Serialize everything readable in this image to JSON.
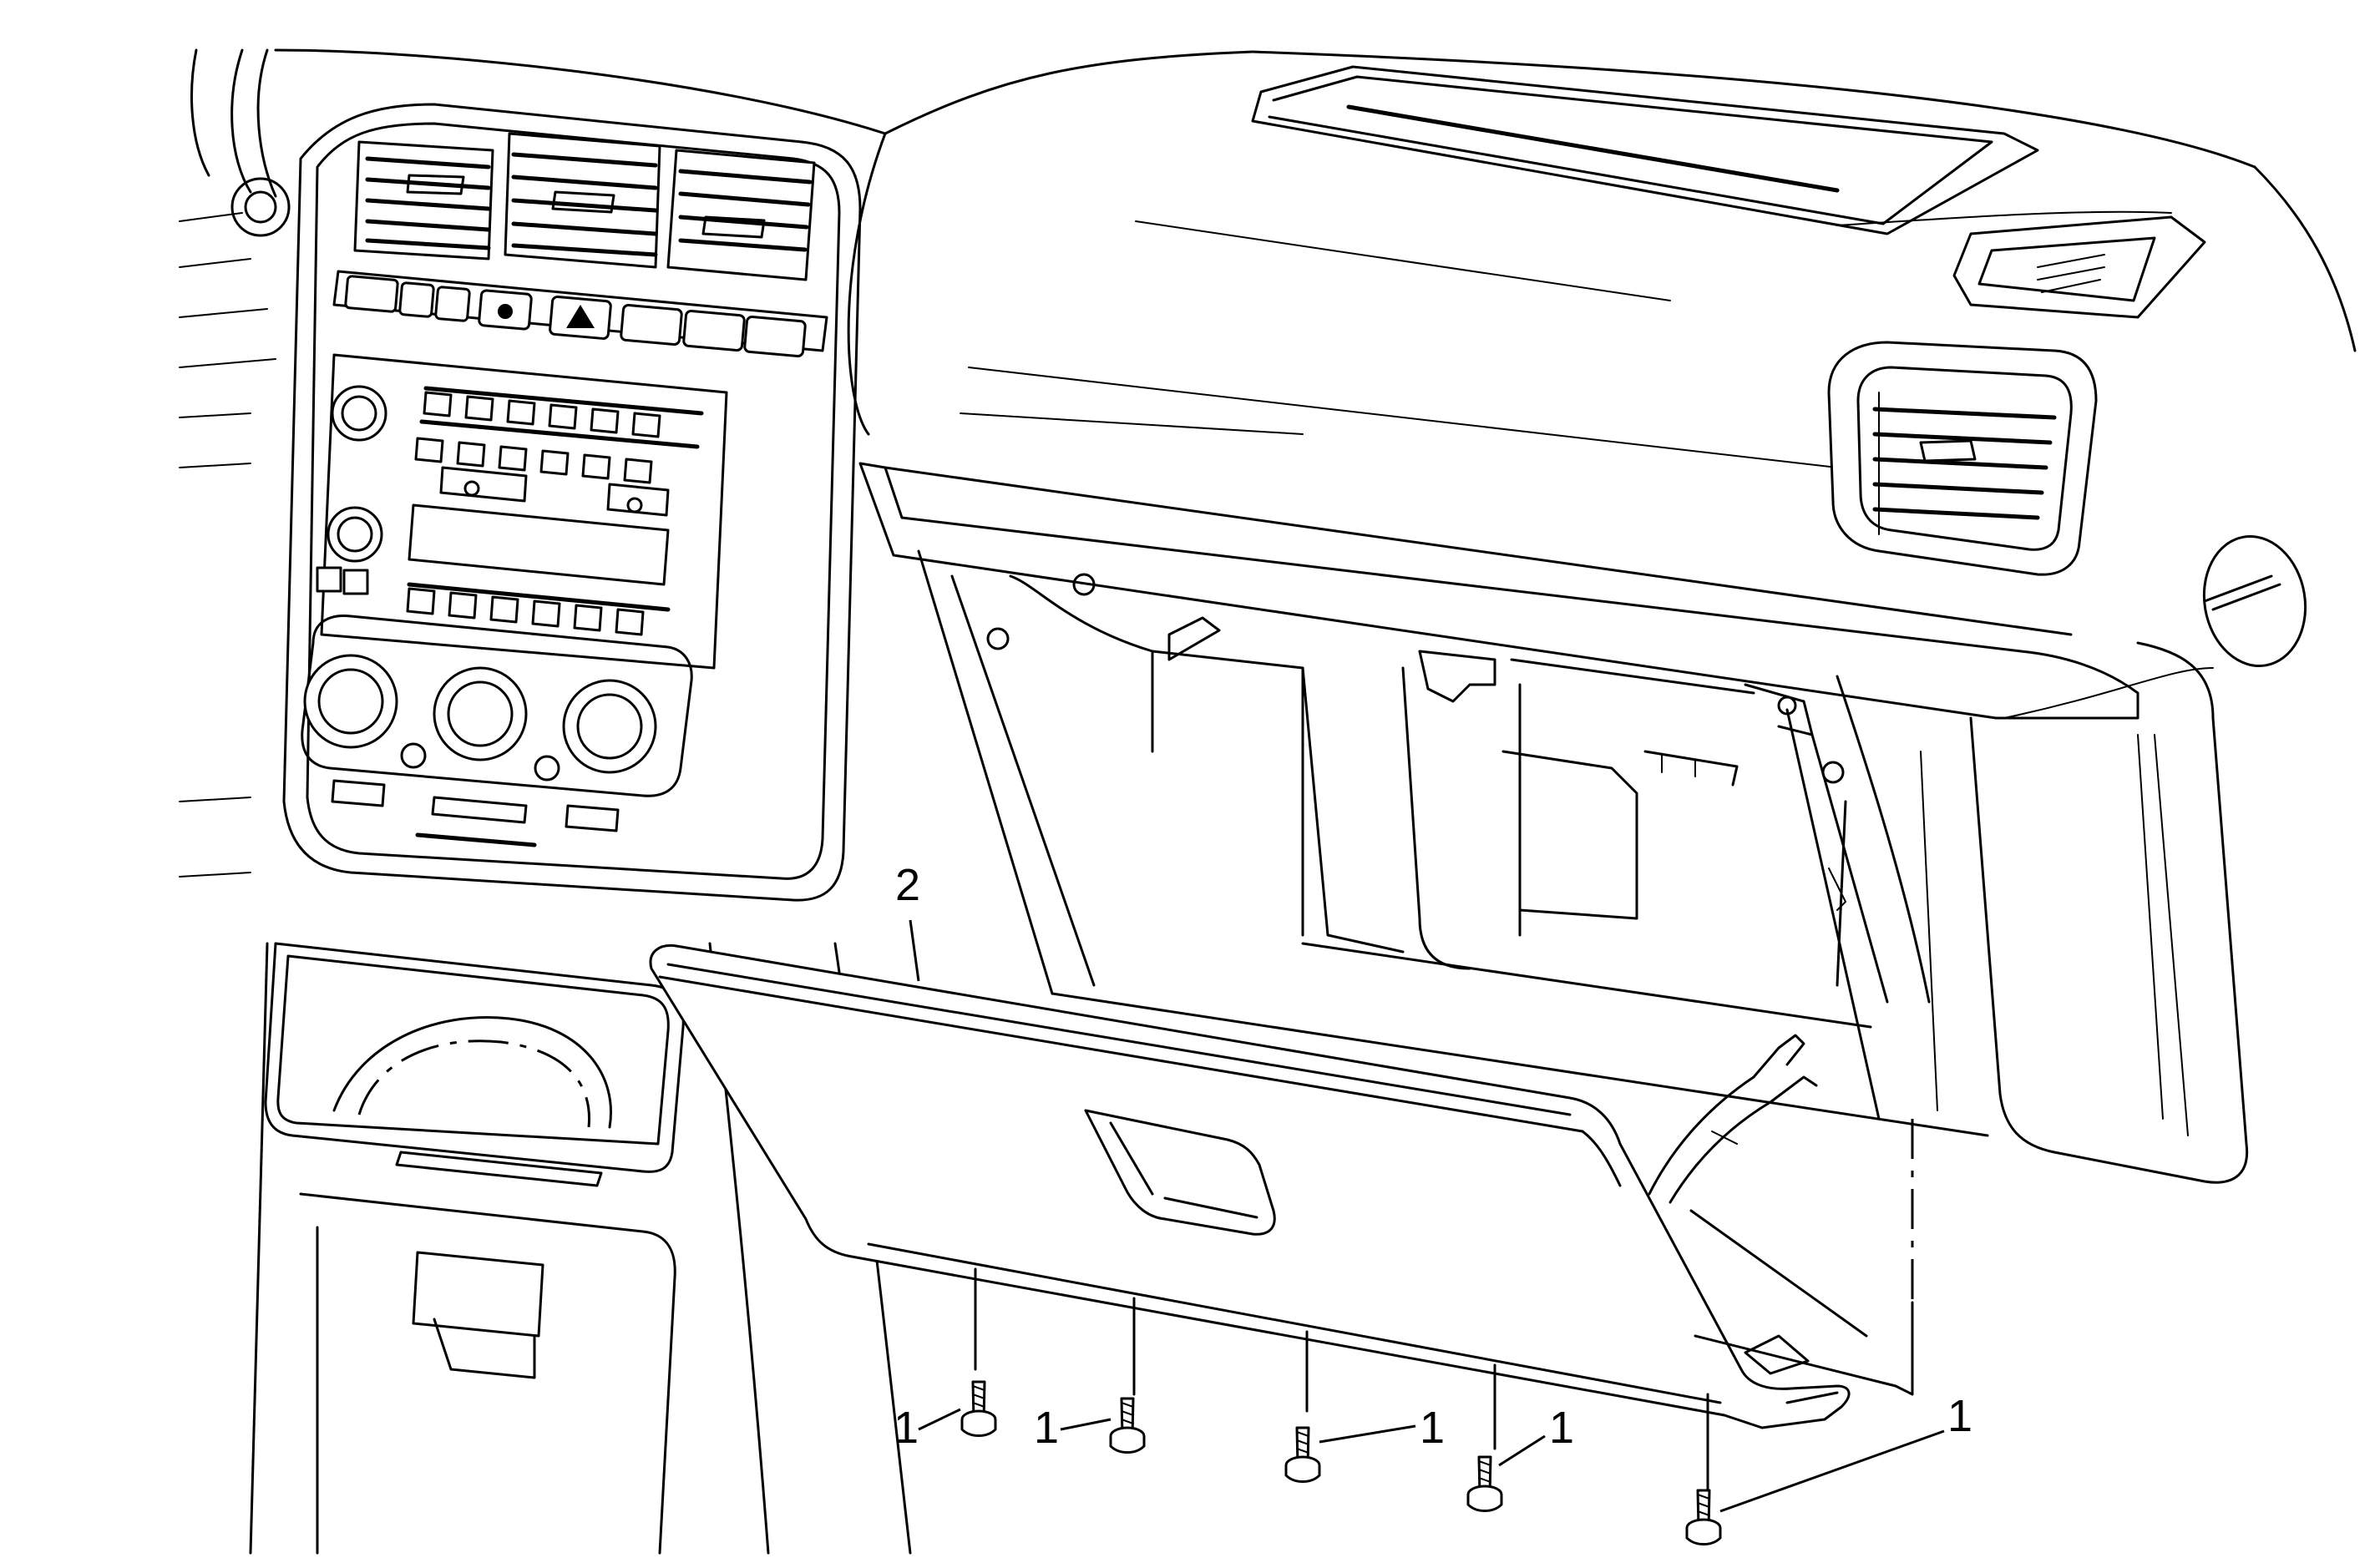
{
  "diagram": {
    "callouts": [
      {
        "id": "c1a",
        "label": "1"
      },
      {
        "id": "c1b",
        "label": "1"
      },
      {
        "id": "c1c",
        "label": "1"
      },
      {
        "id": "c1d",
        "label": "1"
      },
      {
        "id": "c1e",
        "label": "1"
      },
      {
        "id": "c2",
        "label": "2"
      }
    ]
  }
}
